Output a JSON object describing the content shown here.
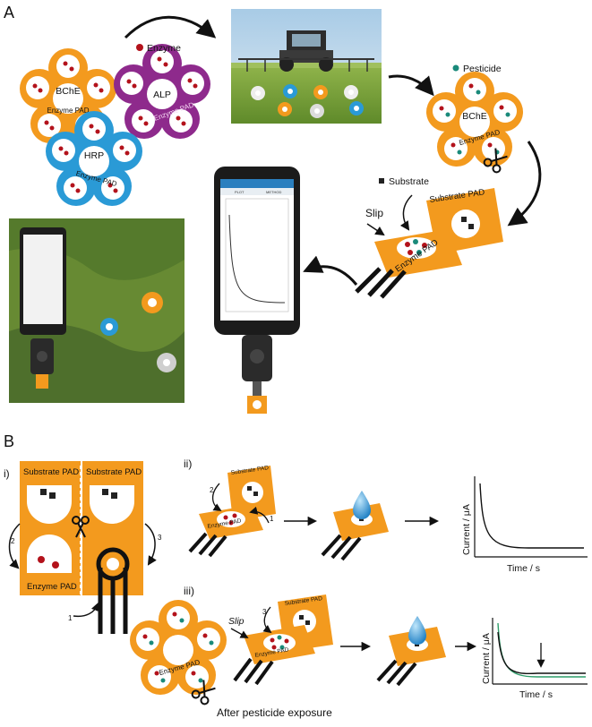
{
  "panel_a": {
    "label": "A",
    "legend_enzyme": "Enzyme",
    "legend_pesticide": "Pesticide",
    "legend_substrate": "Substrate",
    "flower_bche": "BChE",
    "flower_alp": "ALP",
    "flower_hrp": "HRP",
    "enzyme_pad": "Enzyme PAD",
    "substrate_pad": "Substrate PAD",
    "slip": "Slip",
    "phone_tab_plot": "PLOT",
    "phone_tab_method": "METHOD"
  },
  "panel_b": {
    "label": "B",
    "sub_i": "i)",
    "sub_ii": "ii)",
    "sub_iii": "iii)",
    "substrate_pad": "Substrate PAD",
    "enzyme_pad": "Enzyme PAD",
    "step1": "1",
    "step2": "2",
    "step3": "3",
    "slip": "Slip",
    "caption": "After pesticide exposure",
    "ylabel": "Current / μA",
    "xlabel": "Time / s"
  },
  "colors": {
    "orange": "#f39a1e",
    "purple": "#8e2a8c",
    "blue": "#2a9ad6",
    "enzyme_dot": "#b3121b",
    "pesticide_dot": "#1a8a7a",
    "trace_green": "#2e9e6a"
  }
}
